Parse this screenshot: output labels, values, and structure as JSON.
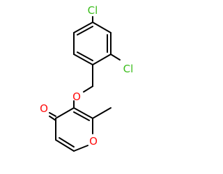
{
  "molecule": {
    "atoms": {
      "cl_top": {
        "symbol": "Cl",
        "color": "#3bbd1c"
      },
      "cl_right": {
        "symbol": "Cl",
        "color": "#3bbd1c"
      },
      "o_ether": {
        "symbol": "O",
        "color": "#ff0d0d"
      },
      "o_carbonyl": {
        "symbol": "O",
        "color": "#ff0d0d"
      },
      "o_ring": {
        "symbol": "O",
        "color": "#ff0d0d"
      }
    },
    "bond_color": "#000000"
  }
}
